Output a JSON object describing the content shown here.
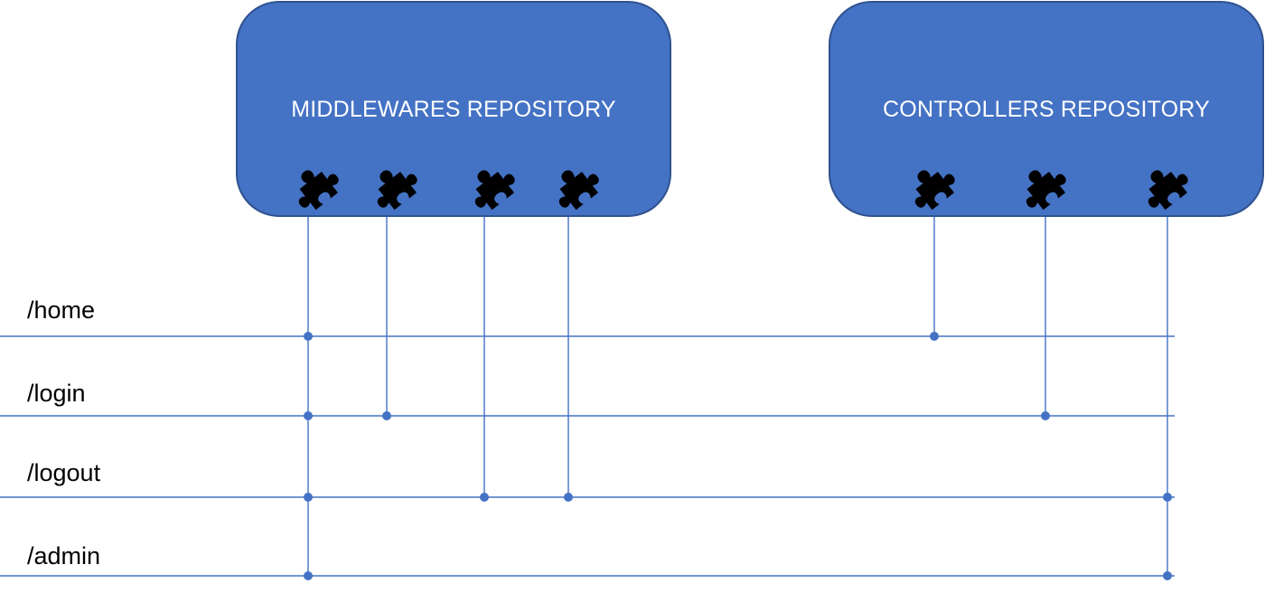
{
  "middlewares_repository": {
    "title": "MIDDLEWARES REPOSITORY",
    "plugin_count": 4
  },
  "controllers_repository": {
    "title": "CONTROLLERS REPOSITORY",
    "plugin_count": 3
  },
  "routes": [
    {
      "label": "/home",
      "middlewares": [
        1
      ],
      "controller": 1
    },
    {
      "label": "/login",
      "middlewares": [
        1,
        2
      ],
      "controller": 2
    },
    {
      "label": "/logout",
      "middlewares": [
        1,
        3,
        4
      ],
      "controller": 3
    },
    {
      "label": "/admin",
      "middlewares": [
        1
      ],
      "controller": 3
    }
  ],
  "colors": {
    "box_fill": "#4472c4",
    "box_border": "#2f528f",
    "connector": "#4472c4",
    "plugin_icon": "#000000",
    "title_text": "#ffffff",
    "route_text": "#000000"
  },
  "icons": {
    "plugin": "puzzle-piece-icon"
  }
}
